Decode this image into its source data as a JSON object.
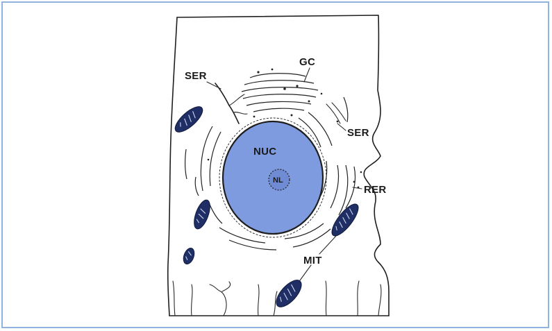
{
  "diagram": {
    "labels": {
      "ser_top": "SER",
      "gc": "GC",
      "ser_right": "SER",
      "nuc": "NUC",
      "nl": "NL",
      "rer": "RER",
      "mit": "MIT"
    },
    "colors": {
      "nucleus": "#7f9be0",
      "mitochondria": "#1f2f66",
      "frame_border": "#8fb3dd"
    }
  }
}
